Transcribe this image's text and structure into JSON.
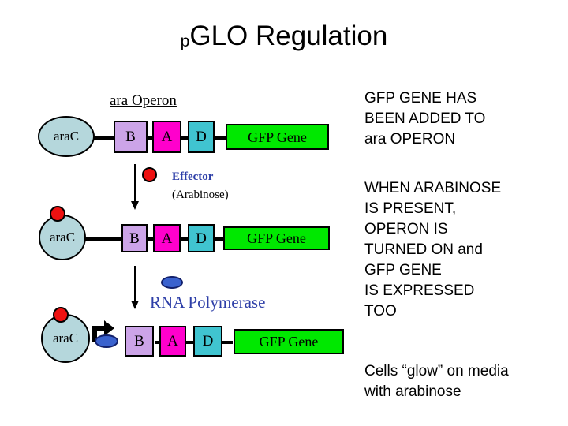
{
  "title": {
    "prefix": "p",
    "main": "GLO Regulation"
  },
  "diagram": {
    "operon_label": "ara Operon",
    "effector_label": "Effector",
    "effector_sublabel": "(Arabinose)",
    "rna_polymerase_label": "RNA Polymerase",
    "rows": [
      {
        "id": "row-repressed",
        "protein": "araC",
        "genes": [
          "B",
          "A",
          "D",
          "GFP Gene"
        ]
      },
      {
        "id": "row-effector-bound",
        "protein": "araC",
        "genes": [
          "B",
          "A",
          "D",
          "GFP Gene"
        ]
      },
      {
        "id": "row-transcribing",
        "protein": "araC",
        "genes": [
          "B",
          "A",
          "D",
          "GFP Gene"
        ]
      }
    ],
    "colors": {
      "protein_ellipse": "#B5D7DC",
      "gene_b": "#CCA4E8",
      "gene_a": "#FF00CC",
      "gene_d": "#40C4D0",
      "gene_gfp": "#00E800",
      "effector_dot": "#EE1111",
      "rna_polymerase": "#3A62CE",
      "label_blue": "#2E3FA8",
      "outline": "#000000"
    }
  },
  "notes": {
    "note_1": "GFP GENE HAS\nBEEN ADDED TO\nara OPERON",
    "note_2": "WHEN ARABINOSE\nIS PRESENT,\nOPERON IS\nTURNED ON and\nGFP GENE\nIS EXPRESSED\nTOO",
    "note_3": "Cells “glow” on media\nwith arabinose"
  }
}
